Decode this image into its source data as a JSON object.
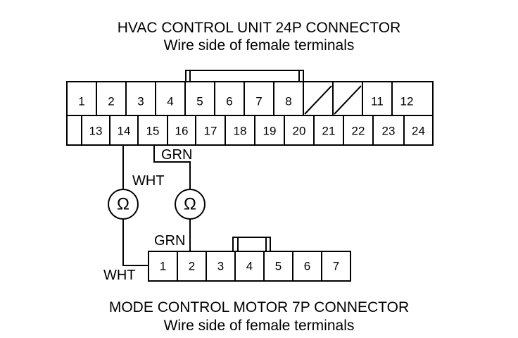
{
  "upper_connector": {
    "title": "HVAC CONTROL UNIT 24P CONNECTOR",
    "subtitle": "Wire side of female terminals",
    "top_row_pins": [
      "1",
      "2",
      "3",
      "4",
      "5",
      "6",
      "7",
      "8",
      "",
      "",
      "11",
      "12"
    ],
    "bottom_row_pins": [
      "13",
      "14",
      "15",
      "16",
      "17",
      "18",
      "19",
      "20",
      "21",
      "22",
      "23",
      "24"
    ]
  },
  "lower_connector": {
    "title": "MODE CONTROL MOTOR 7P CONNECTOR",
    "subtitle": "Wire side of female terminals",
    "pins": [
      "1",
      "2",
      "3",
      "4",
      "5",
      "6",
      "7"
    ]
  },
  "wires": {
    "left_meter_wire": "WHT",
    "right_meter_wire_upper": "GRN",
    "right_meter_wire_lower": "GRN",
    "left_wire_at_motor": "WHT"
  },
  "meters": {
    "left_symbol": "Ω",
    "right_symbol": "Ω"
  }
}
